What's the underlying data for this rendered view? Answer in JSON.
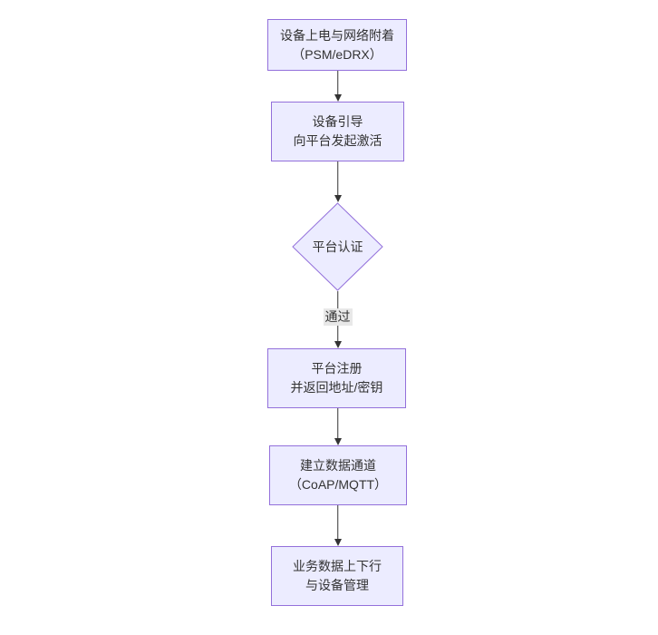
{
  "diagram": {
    "type": "flowchart",
    "direction": "top-down",
    "colors": {
      "node_fill": "#ECECFF",
      "node_border": "#9370DB",
      "text": "#333333",
      "arrow": "#333333",
      "edge_label_bg": "#e8e8e8",
      "background": "#ffffff"
    },
    "nodes": [
      {
        "id": "n1",
        "shape": "rect",
        "lines": [
          "设备上电与网络附着",
          "（PSM/eDRX）"
        ]
      },
      {
        "id": "n2",
        "shape": "rect",
        "lines": [
          "设备引导",
          "向平台发起激活"
        ]
      },
      {
        "id": "n3",
        "shape": "diamond",
        "lines": [
          "平台认证"
        ]
      },
      {
        "id": "n4",
        "shape": "rect",
        "lines": [
          "平台注册",
          "并返回地址/密钥"
        ]
      },
      {
        "id": "n5",
        "shape": "rect",
        "lines": [
          "建立数据通道",
          "（CoAP/MQTT）"
        ]
      },
      {
        "id": "n6",
        "shape": "rect",
        "lines": [
          "业务数据上下行",
          "与设备管理"
        ]
      }
    ],
    "edges": [
      {
        "from": "n1",
        "to": "n2",
        "label": ""
      },
      {
        "from": "n2",
        "to": "n3",
        "label": ""
      },
      {
        "from": "n3",
        "to": "n4",
        "label": "通过"
      },
      {
        "from": "n4",
        "to": "n5",
        "label": ""
      },
      {
        "from": "n5",
        "to": "n6",
        "label": ""
      }
    ]
  }
}
